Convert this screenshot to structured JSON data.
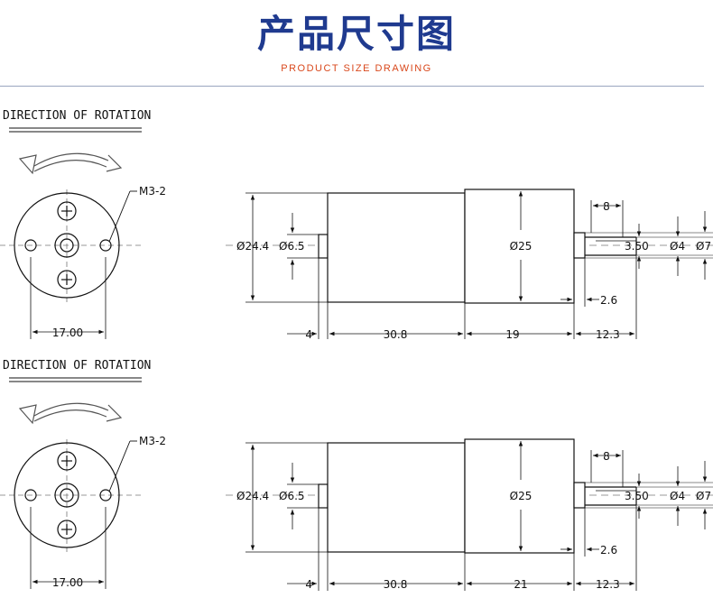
{
  "header": {
    "title": "产品尺寸图",
    "subtitle": "PRODUCT SIZE DRAWING"
  },
  "drawings": [
    {
      "rotation_label": "DIRECTION OF ROTATION",
      "screw_label": "M3-2",
      "hole_spacing": "17.00",
      "dia_body": "Ø24.4",
      "dia_boss": "Ø6.5",
      "dia_gear": "Ø25",
      "shaft_len_top": "8",
      "flat_width": "3.50",
      "dia_shaft": "Ø4",
      "dia_collar": "Ø7",
      "collar_len": "2.6",
      "boss_len": "4",
      "motor_len": "30.8",
      "gearbox_len": "19",
      "shaft_len": "12.3"
    },
    {
      "rotation_label": "DIRECTION OF ROTATION",
      "screw_label": "M3-2",
      "hole_spacing": "17.00",
      "dia_body": "Ø24.4",
      "dia_boss": "Ø6.5",
      "dia_gear": "Ø25",
      "shaft_len_top": "8",
      "flat_width": "3.50",
      "dia_shaft": "Ø4",
      "dia_collar": "Ø7",
      "collar_len": "2.6",
      "boss_len": "4",
      "motor_len": "30.8",
      "gearbox_len": "21",
      "shaft_len": "12.3"
    }
  ]
}
